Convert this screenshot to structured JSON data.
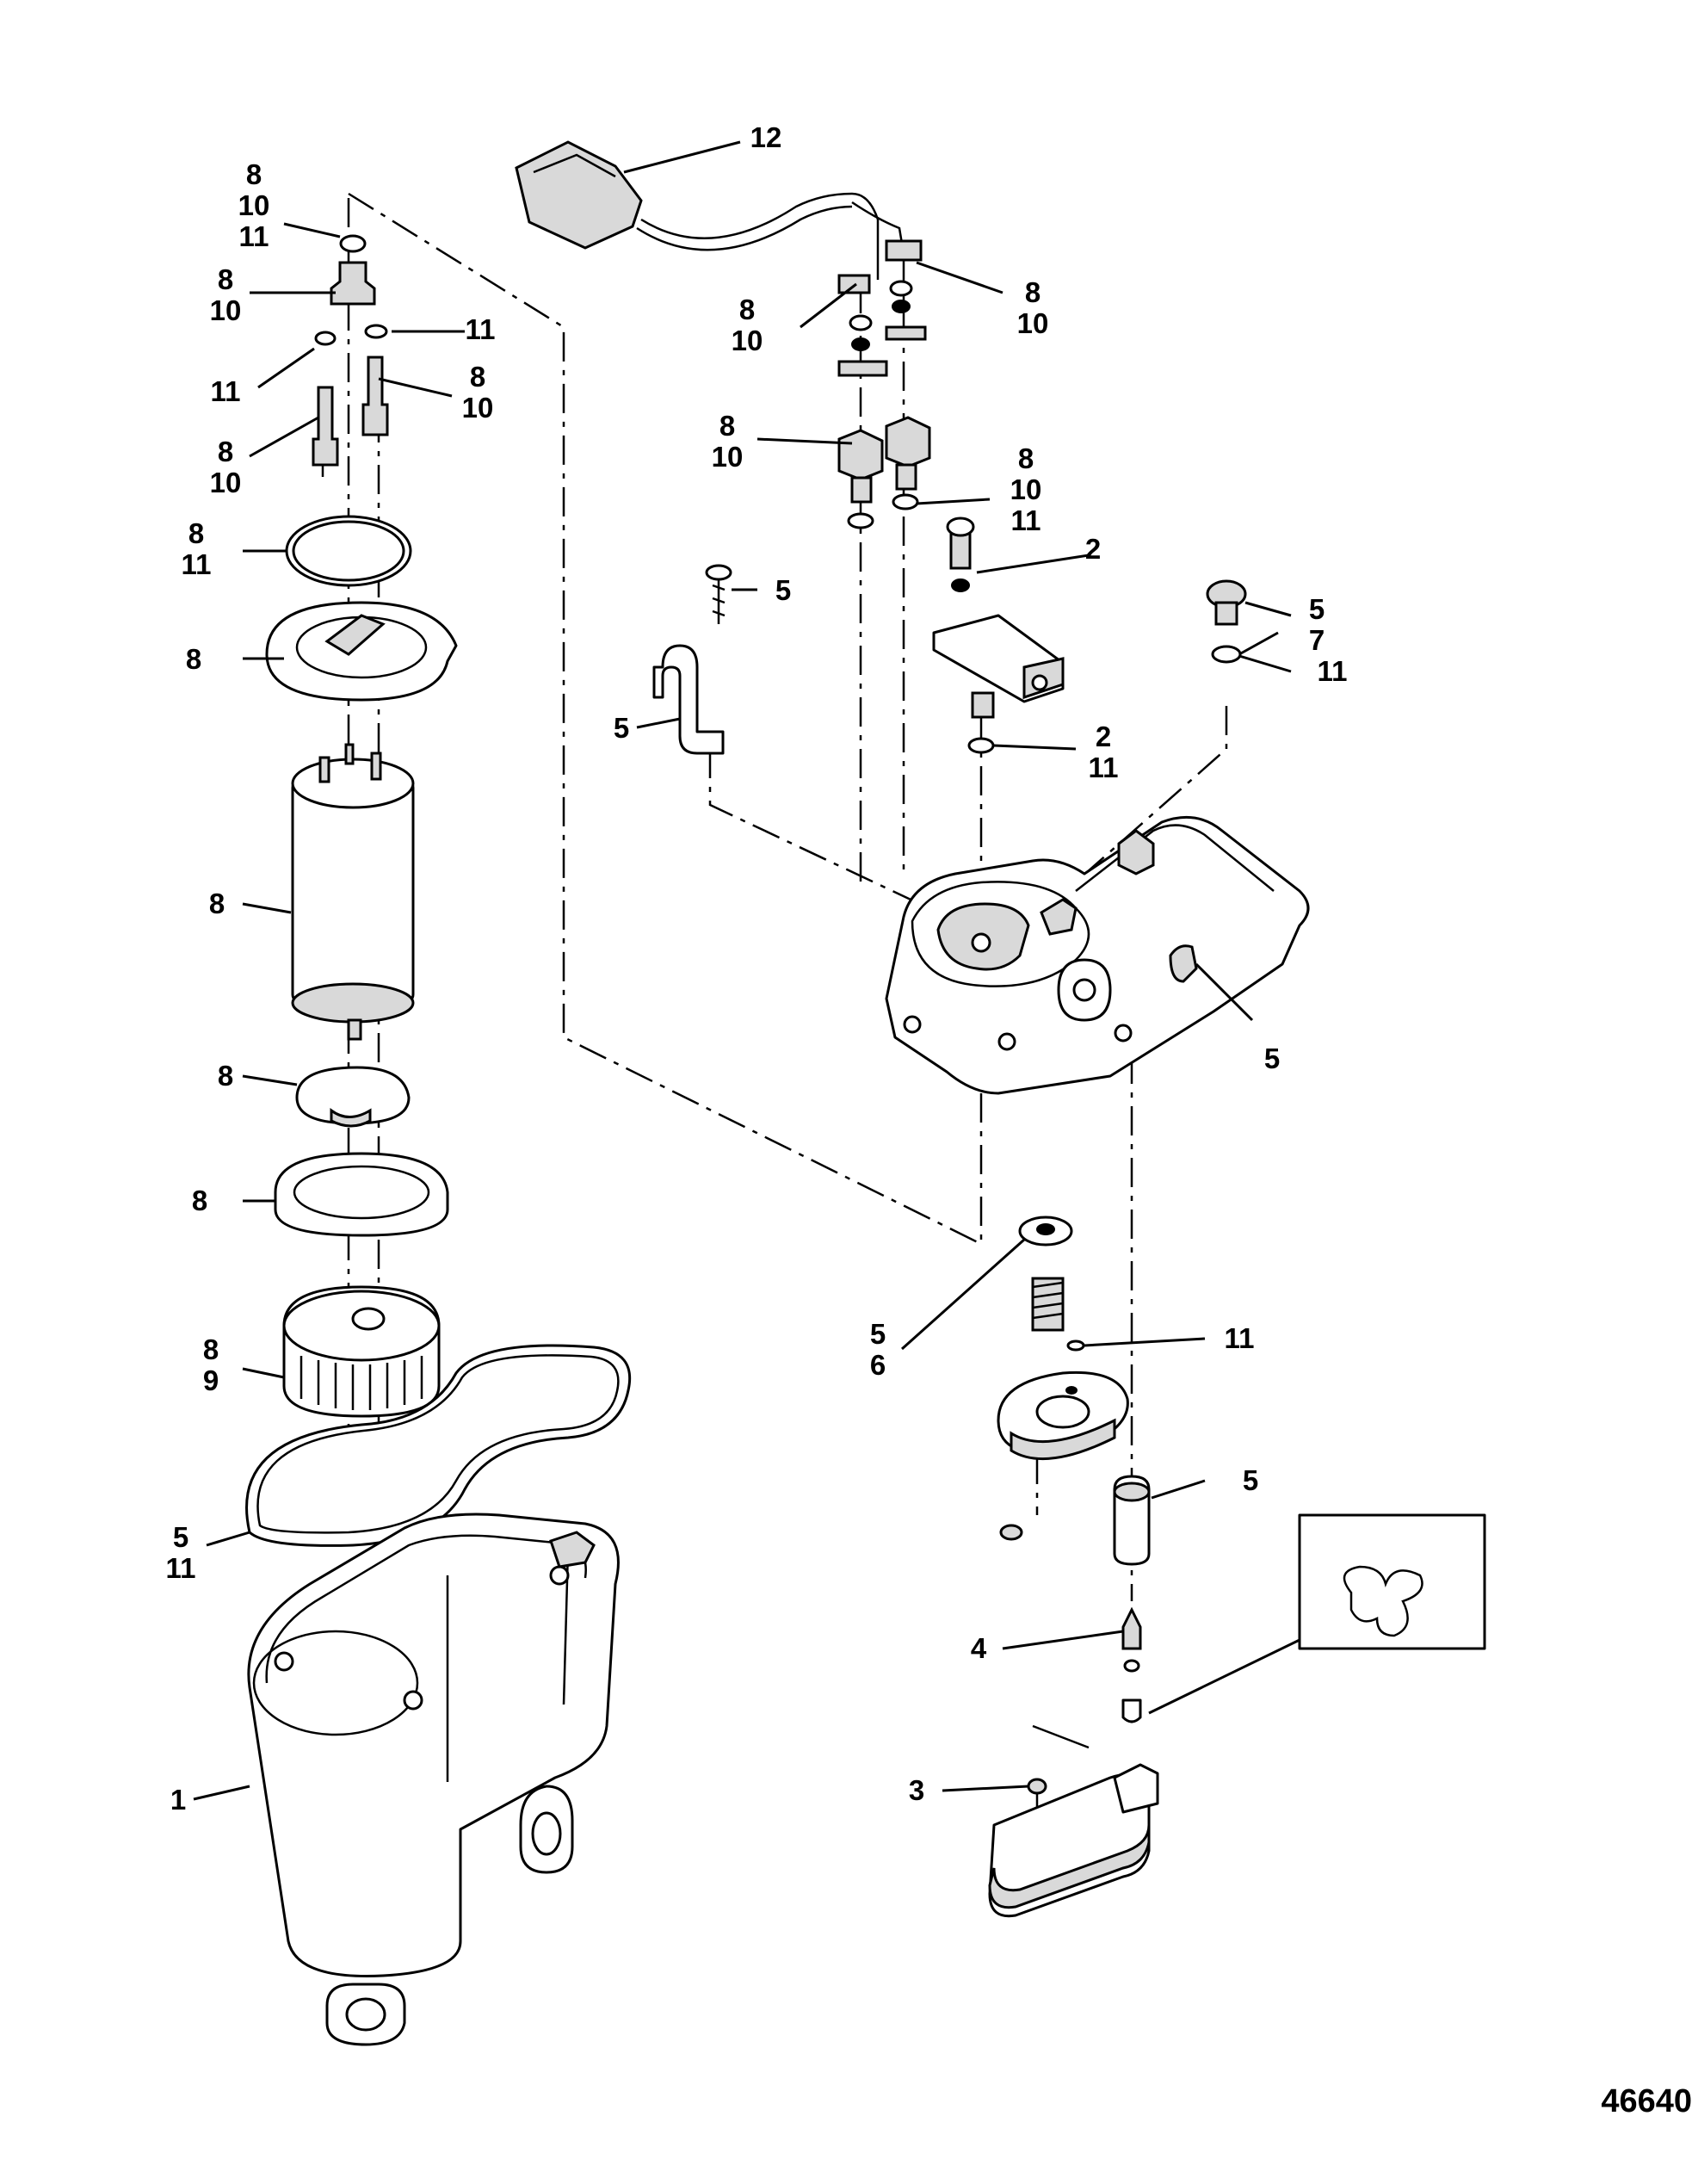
{
  "callouts": [
    {
      "id": "c1",
      "text": "8\n10\n11"
    },
    {
      "id": "c2",
      "text": "8\n10"
    },
    {
      "id": "c3",
      "text": "11"
    },
    {
      "id": "c4",
      "text": "11"
    },
    {
      "id": "c5",
      "text": "8\n10"
    },
    {
      "id": "c6",
      "text": "8\n10"
    },
    {
      "id": "c7",
      "text": "8\n11"
    },
    {
      "id": "c8",
      "text": "8"
    },
    {
      "id": "c9",
      "text": "8"
    },
    {
      "id": "c10",
      "text": "8"
    },
    {
      "id": "c11",
      "text": "8"
    },
    {
      "id": "c12",
      "text": "8\n9"
    },
    {
      "id": "c13",
      "text": "5\n11"
    },
    {
      "id": "c14",
      "text": "1"
    },
    {
      "id": "c15",
      "text": "12"
    },
    {
      "id": "c16",
      "text": "8\n10"
    },
    {
      "id": "c17",
      "text": "8\n10"
    },
    {
      "id": "c18",
      "text": "8\n10"
    },
    {
      "id": "c19",
      "text": "8\n10\n11"
    },
    {
      "id": "c20",
      "text": "2"
    },
    {
      "id": "c21",
      "text": "5"
    },
    {
      "id": "c22",
      "text": "5"
    },
    {
      "id": "c23",
      "text": "5\n7"
    },
    {
      "id": "c24",
      "text": "11"
    },
    {
      "id": "c25",
      "text": "2\n11"
    },
    {
      "id": "c26",
      "text": "5"
    },
    {
      "id": "c27",
      "text": "5\n6"
    },
    {
      "id": "c28",
      "text": "11"
    },
    {
      "id": "c29",
      "text": "5"
    },
    {
      "id": "c30",
      "text": "4"
    },
    {
      "id": "c31",
      "text": "3"
    }
  ],
  "figure_number": "46640"
}
